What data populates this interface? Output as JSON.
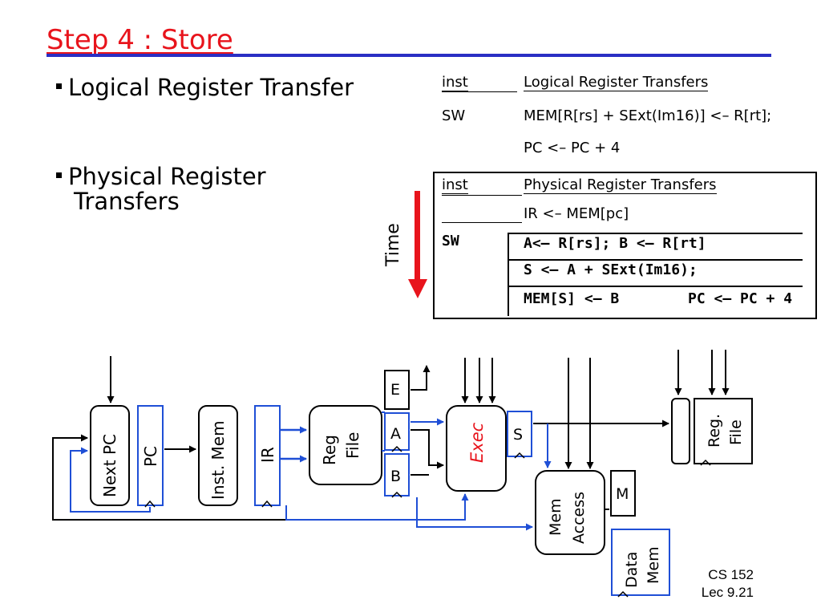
{
  "slide": {
    "title": "Step 4 : Store",
    "bullets": [
      "Logical Register Transfer",
      "Physical Register",
      "Transfers"
    ],
    "time_label": "Time",
    "footer": [
      "CS 152",
      "Lec 9.21"
    ]
  },
  "logical_table": {
    "col_inst": "inst",
    "col_transfers": "Logical Register Transfers",
    "inst": "SW",
    "line1": "MEM[R[rs] + SExt(Im16)] <– R[rt];",
    "line2": "PC <– PC + 4"
  },
  "physical_table": {
    "col_inst": "inst",
    "col_transfers": "Physical Register Transfers",
    "row_fetch": "IR <– MEM[pc]",
    "inst": "SW",
    "step1": "A<– R[rs]; B <– R[rt]",
    "step2": "S <– A + SExt(Im16);",
    "step3a": "MEM[S] <– B",
    "step3b": "PC <– PC + 4"
  },
  "datapath": {
    "next_pc": "Next PC",
    "pc": "PC",
    "inst_mem": "Inst. Mem",
    "ir": "IR",
    "reg_file_1": "Reg",
    "reg_file_2": "File",
    "e": "E",
    "a": "A",
    "b": "B",
    "exec": "Exec",
    "s": "S",
    "mem_access_1": "Mem",
    "mem_access_2": "Access",
    "m": "M",
    "data_mem_1": "Data",
    "data_mem_2": "Mem",
    "reg_file2_1": "Reg.",
    "reg_file2_2": "File"
  },
  "colors": {
    "title": "#e8141c",
    "rule": "#2a2fc4",
    "blue_path": "#1f4fd6",
    "arrow": "#e8141c"
  }
}
